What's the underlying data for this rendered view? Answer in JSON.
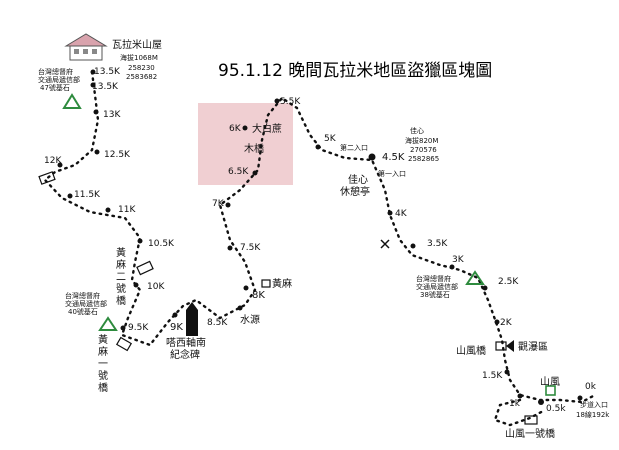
{
  "title": "95.1.12 晚間瓦拉米地區盜獵區塊圖",
  "lodge": {
    "name": "瓦拉米山屋",
    "elevation": "海拔1068M",
    "coord1": "258230",
    "coord2": "2583682"
  },
  "jiaxin": {
    "name": "佳心",
    "elevation": "海拔820M",
    "coord1": "270576",
    "coord2": "2582865",
    "rest": "佳心",
    "rest2": "休憩亭"
  },
  "entrances": {
    "second": "第二入口",
    "first": "第一入口",
    "trailhead": "步道入口",
    "trailhead2": "18線192k"
  },
  "places": {
    "dabaisu": "大白蔗",
    "mujiao": "木橋",
    "huangma": "黃麻",
    "huangma_source": "水源",
    "huangma2_a": "黃",
    "huangma2_b": "麻",
    "huangma2_c": "二",
    "huangma2_d": "號",
    "huangma2_e": "橋",
    "huangma1_a": "黃",
    "huangma1_b": "麻",
    "huangma1_c": "一",
    "huangma1_d": "號",
    "huangma1_e": "橋",
    "memorial1": "嗒西軸南",
    "memorial2": "紀念碑",
    "shanfeng_bridge": "山風橋",
    "guanpu": "觀瀑區",
    "shanfeng": "山風",
    "shanfeng1": "山風一號橋"
  },
  "markers": {
    "m47a": "台灣總督府",
    "m47b": "交通局遞信部",
    "m47c": "47號基石",
    "m40a": "台灣總督府",
    "m40b": "交通局遞信部",
    "m40c": "40號基石",
    "m38a": "台灣總督府",
    "m38b": "交通局遞信部",
    "m38c": "38號基石"
  },
  "km_labels": {
    "k13_5a": "13.5K",
    "k13_5b": "13.5K",
    "k13": "13K",
    "k12_5": "12.5K",
    "k12": "12K",
    "k11_5": "11.5K",
    "k11": "11K",
    "k10_5": "10.5K",
    "k10": "10K",
    "k9_5": "9.5K",
    "k9": "9K",
    "k8_5": "8.5K",
    "k8": "8K",
    "k7_5": "7.5K",
    "k7": "7K",
    "k6_5": "6.5K",
    "k6": "6K",
    "k5_5": "5.5K",
    "k5": "5K",
    "k4_5": "4.5K",
    "k4": "4K",
    "k3_5": "3.5K",
    "k3": "3K",
    "k2_5": "2.5K",
    "k2": "2K",
    "k1_5": "1.5K",
    "k1": "1k",
    "k0_5": "0.5k",
    "k0": "0k"
  },
  "colors": {
    "highlight": "#f0cfd2",
    "lodge_roof": "#d9a3ad",
    "triangle": "#2e8b3e",
    "trail": "#111111"
  }
}
